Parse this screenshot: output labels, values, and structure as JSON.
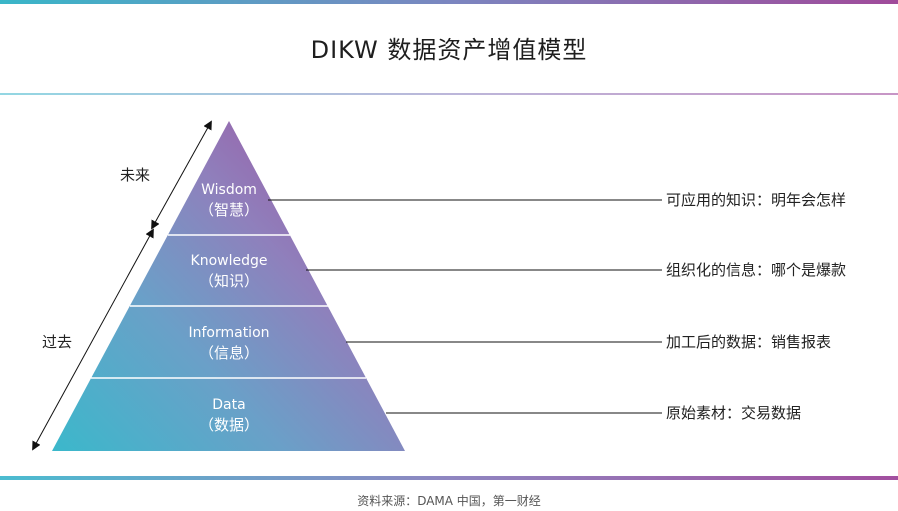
{
  "header": {
    "title": "DIKW 数据资产增值模型"
  },
  "pyramid": {
    "levels": [
      {
        "name": "Wisdom",
        "sub": "（智慧）",
        "description": "可应用的知识：明年会怎样"
      },
      {
        "name": "Knowledge",
        "sub": "（知识）",
        "description": "组织化的信息：哪个是爆款"
      },
      {
        "name": "Information",
        "sub": "（信息）",
        "description": "加工后的数据：销售报表"
      },
      {
        "name": "Data",
        "sub": "（数据）",
        "description": "原始素材：交易数据"
      }
    ]
  },
  "timeline": {
    "future_label": "未来",
    "past_label": "过去"
  },
  "footer": {
    "source": "资料来源：DAMA 中国，第一财经"
  },
  "colors": {
    "gradient_start": "#3bb8cb",
    "gradient_mid": "#8c84bf",
    "gradient_end": "#a2479a"
  }
}
